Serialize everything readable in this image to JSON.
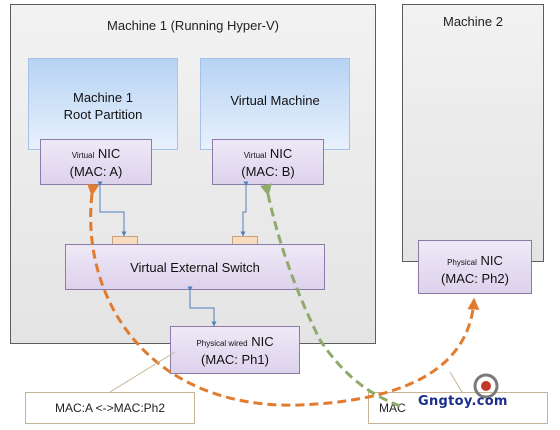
{
  "machine1": {
    "title": "Machine 1 (Running Hyper-V)",
    "root_partition": {
      "line1": "Machine 1",
      "line2": "Root Partition"
    },
    "virtual_machine": {
      "label": "Virtual Machine"
    },
    "nic_a": {
      "prefix": "Virtual",
      "word": "NIC",
      "mac": "(MAC: A)"
    },
    "nic_b": {
      "prefix": "Virtual",
      "word": "NIC",
      "mac": "(MAC: B)"
    },
    "switch": {
      "label": "Virtual External Switch"
    },
    "physical_nic": {
      "prefix": "Physical wired",
      "word": "NIC",
      "mac": "(MAC: Ph1)"
    }
  },
  "machine2": {
    "title": "Machine 2",
    "physical_nic": {
      "prefix": "Physical",
      "word": "NIC",
      "mac": "(MAC: Ph2)"
    }
  },
  "labels": {
    "left": "MAC:A <->MAC:Ph2",
    "right": "MAC"
  },
  "watermark": {
    "text": "Gngtoy.com"
  },
  "colors": {
    "orange_path": "#e07b2f",
    "green_path": "#8faa6b",
    "connector": "#4f81bd"
  }
}
